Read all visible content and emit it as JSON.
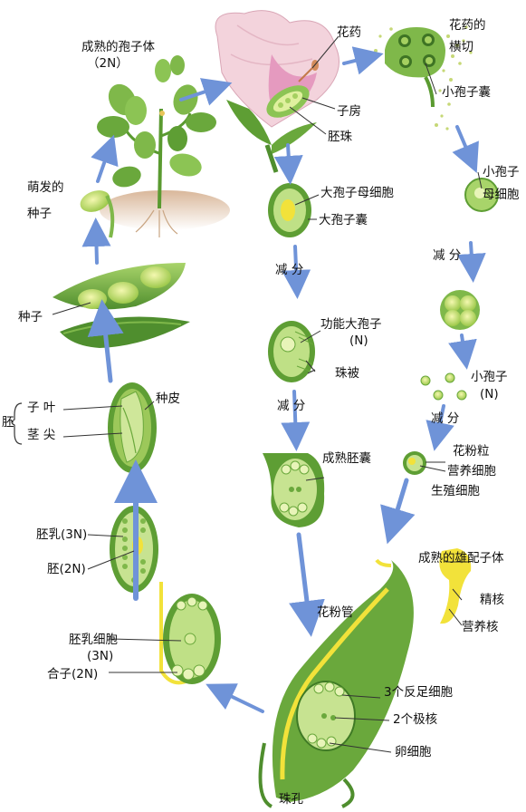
{
  "labels": {
    "mature_sporophyte": "成熟的孢子体",
    "mature_sporophyte_ploidy": "（2N）",
    "anther": "花药",
    "anther_section_l1": "花药的",
    "anther_section_l2": "横切",
    "microsporangium": "小孢子囊",
    "ovary": "子房",
    "ovule": "胚珠",
    "megasporocyte": "大孢子母细胞",
    "megasporangium": "大孢子囊",
    "microsporocyte_l1": "小孢子",
    "microsporocyte_l2": "母细胞",
    "meiosis_1": "减  分",
    "meiosis_2": "减  分",
    "meiosis_3": "减  分",
    "meiosis_4": "减  分",
    "germinating_seed_l1": "萌发的",
    "germinating_seed_l2": "种子",
    "functional_megaspore": "功能大孢子",
    "functional_megaspore_ploidy": "(N)",
    "integument": "珠被",
    "seed": "种子",
    "microspore": "小孢子",
    "microspore_ploidy": "(N)",
    "embryo": "胚",
    "cotyledon": "子 叶",
    "shoot_tip": "茎 尖",
    "seed_coat": "种皮",
    "mature_embryo_sac": "成熟胚囊",
    "pollen_grain": "花粉粒",
    "vegetative_cell": "营养细胞",
    "generative_cell": "生殖细胞",
    "endosperm": "胚乳(3N)",
    "embryo_2n": "胚(2N)",
    "mature_male_gametophyte": "成熟的雄配子体",
    "sperm_nucleus": "精核",
    "vegetative_nucleus": "营养核",
    "pollen_tube": "花粉管",
    "endosperm_cell_l1": "胚乳细胞",
    "endosperm_cell_l2": "(3N)",
    "zygote": "合子(2N)",
    "antipodal_cells": "3个反足细胞",
    "polar_nuclei": "2个极核",
    "egg_cell": "卵细胞",
    "micropyle": "珠孔"
  },
  "colors": {
    "arrow": "#6f93d8",
    "leaf": "#7fb84a",
    "leaf_dark": "#3f7a25",
    "cell_light": "#d7ec9c",
    "pollen_tube": "#f2e23a",
    "flower_pink": "#f3d3dc"
  }
}
